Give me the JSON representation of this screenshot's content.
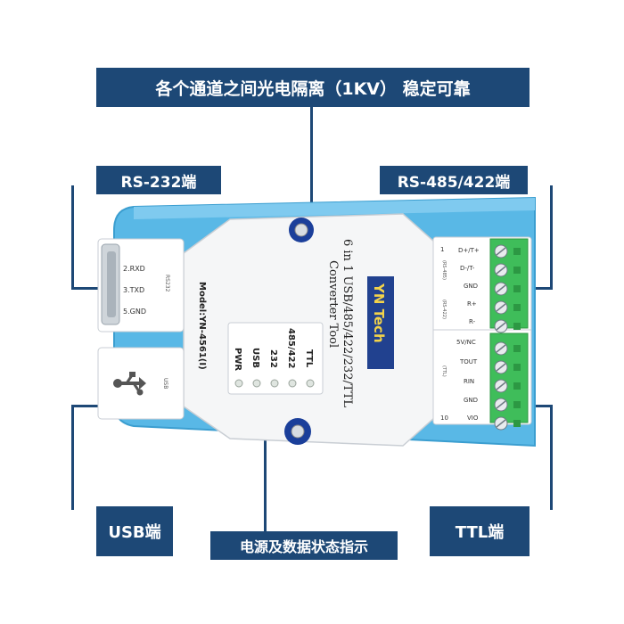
{
  "callouts": {
    "top": "各个通道之间光电隔离（1KV） 稳定可靠",
    "rs232": "RS-232端",
    "rs485": "RS-485/422端",
    "usb": "USB端",
    "ttl": "TTL端",
    "led": "电源及数据状态指示"
  },
  "device": {
    "title_line1": "6 in 1 USB/485/422/232/TTL",
    "title_line2": "Converter Tool",
    "brand": "YN Tech",
    "model": "Model:YN-4561(I)",
    "led_labels": [
      "TTL",
      "485/422",
      "232",
      "USB",
      "PWR"
    ],
    "rs232_pins": [
      "2.RXD",
      "3.TXD",
      "5.GND"
    ],
    "rs232_tag": "RS232",
    "usb_tag": "USB",
    "rs485_pins": [
      "D+/T+",
      "D-/T-",
      "GND",
      "R+",
      "R-"
    ],
    "rs485_num": "1",
    "rs485_tag_top": "(RS-485)",
    "rs485_tag_bottom": "(RS-422)",
    "ttl_pins": [
      "5V/NC",
      "TOUT",
      "RIN",
      "GND",
      "VIO"
    ],
    "ttl_num": "10",
    "ttl_tag": "(TTL)"
  },
  "colors": {
    "callout_bg": "#1d4876",
    "case_blue": "#59b8e6",
    "panel_white": "#f5f6f7",
    "terminal_green": "#3fbd5a",
    "brand_blue": "#21418f"
  }
}
